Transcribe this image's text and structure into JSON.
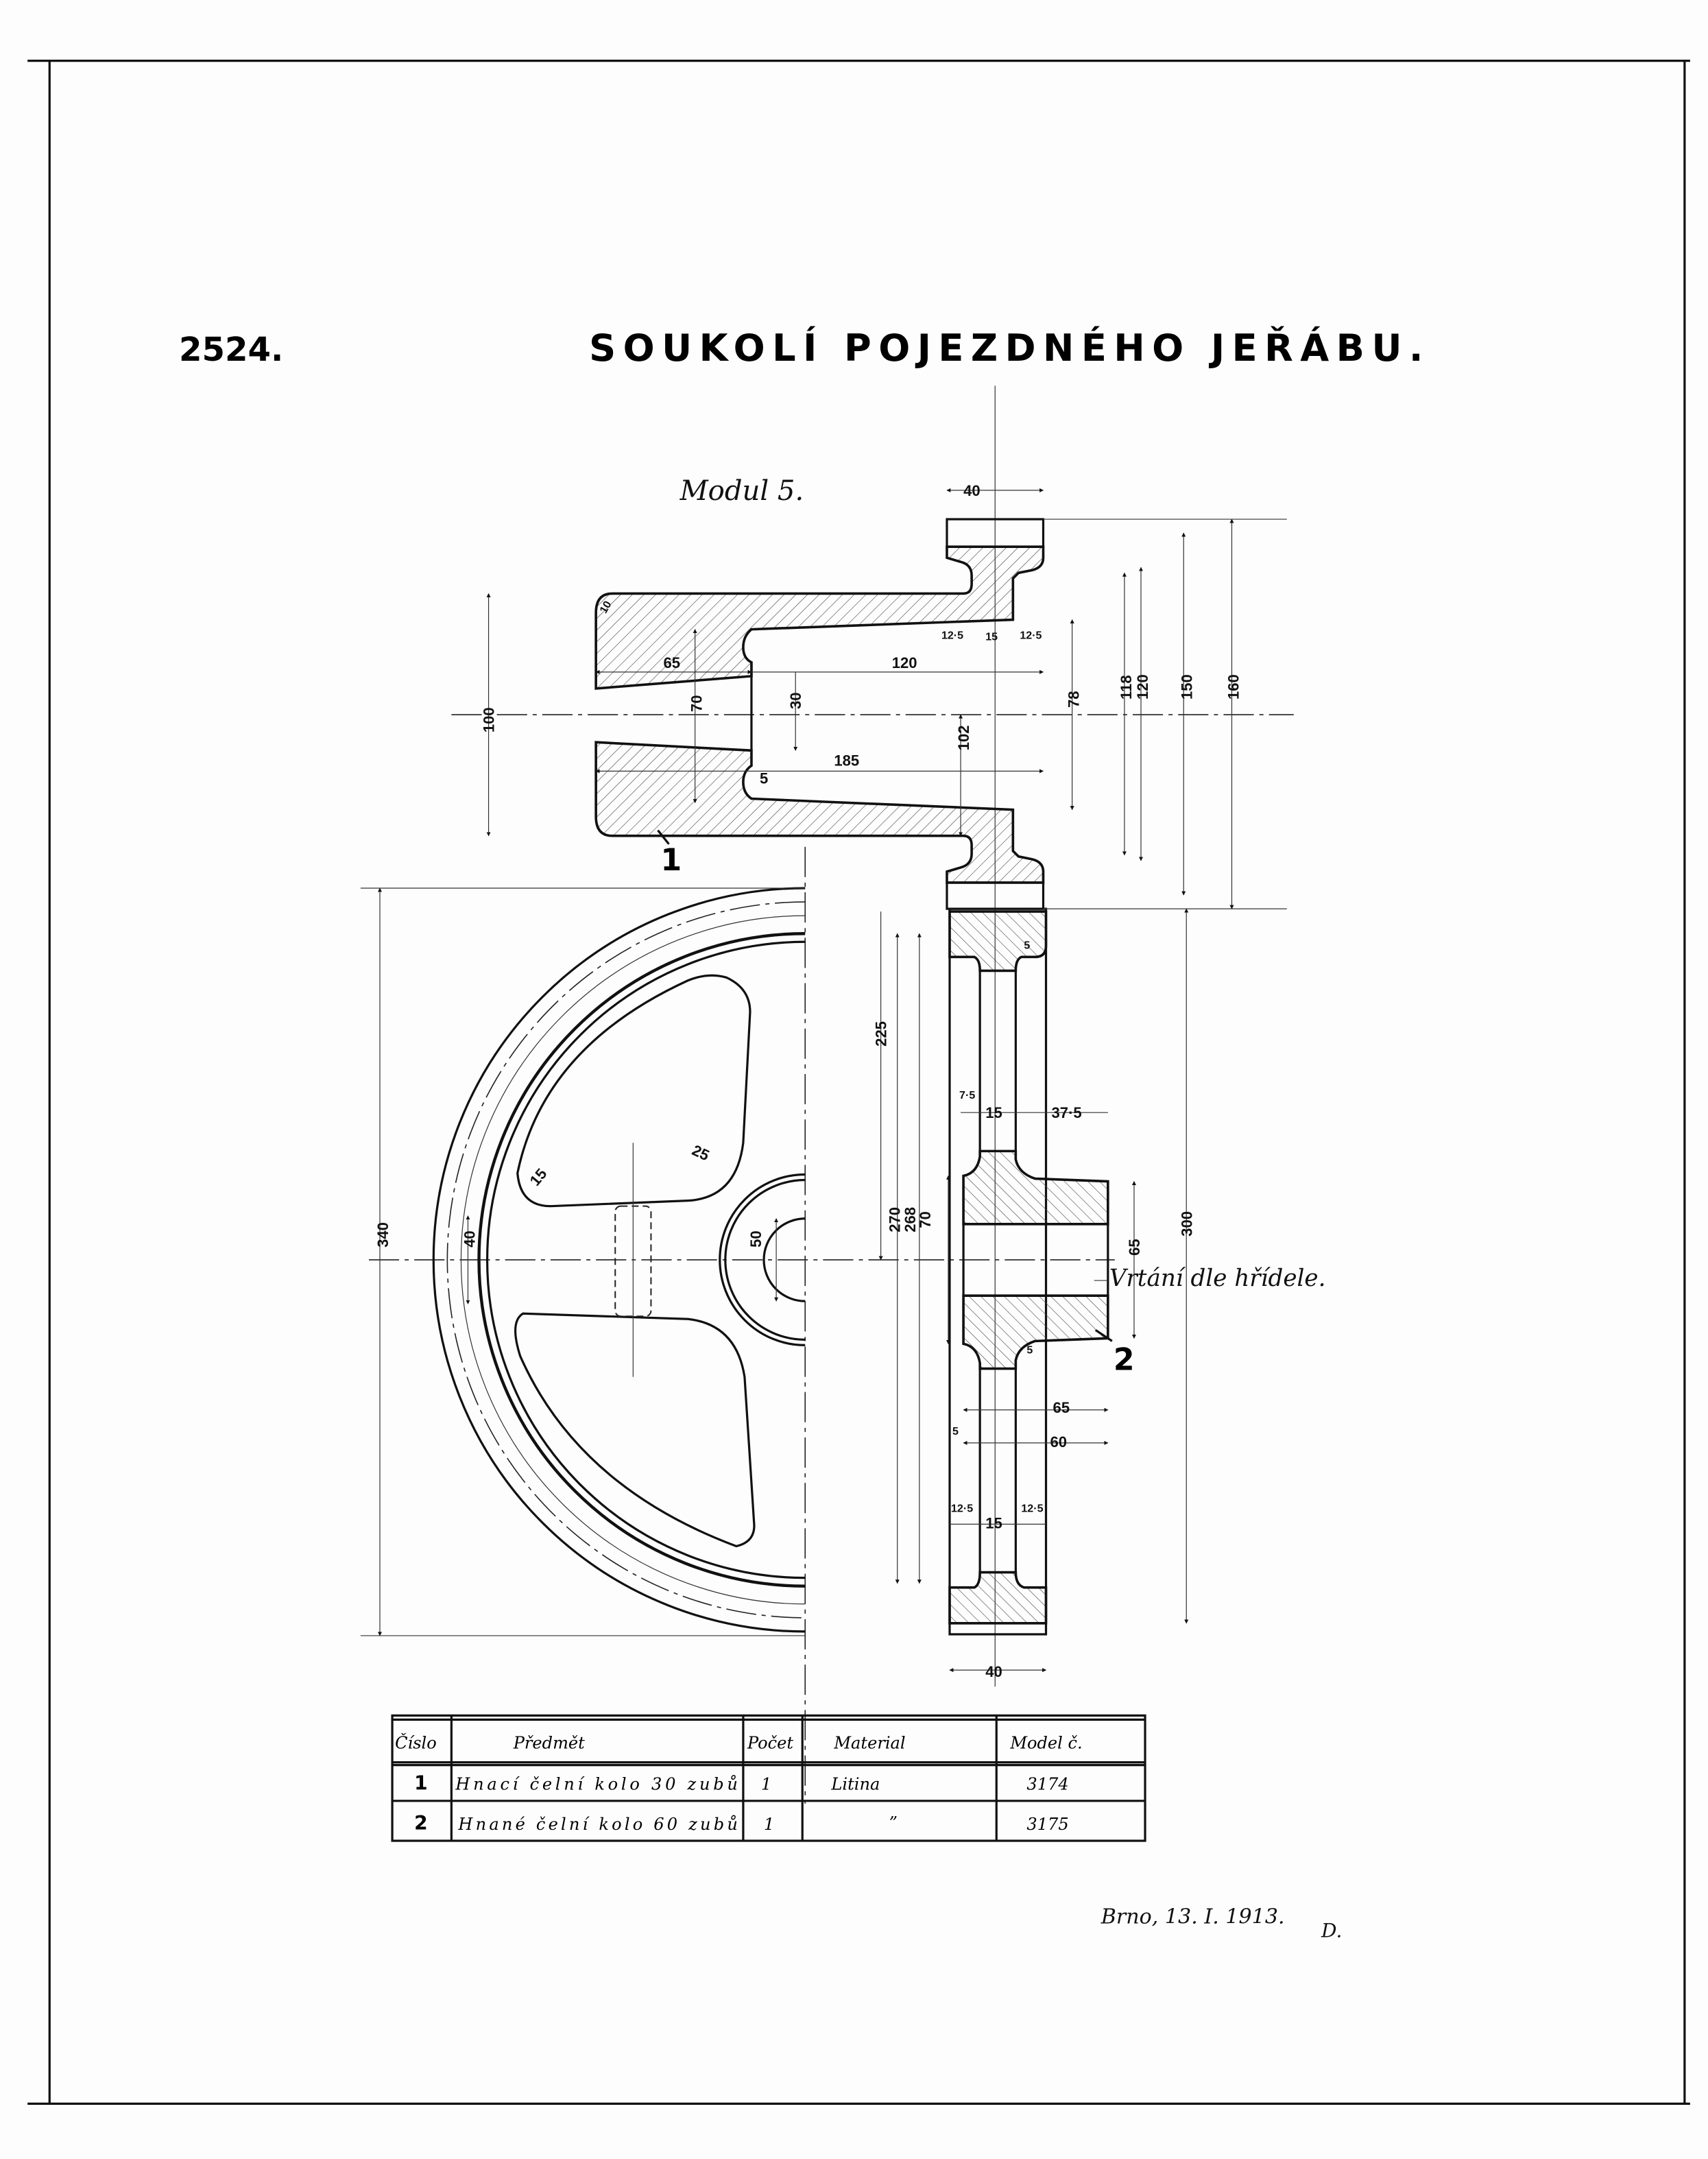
{
  "drawing_number": "2524.",
  "title": "SOUKOLÍ POJEZDNÉHO JEŘÁBU.",
  "module_note": "Modul 5.",
  "bore_note": "Vrtání dle hřídele.",
  "part_labels": {
    "part1": "1",
    "part2": "2"
  },
  "dimensions": {
    "p1_width": "40",
    "p1_fillet_r": "10",
    "p1_65": "65",
    "p1_120": "120",
    "p1_185": "185",
    "p1_70": "70",
    "p1_30": "30",
    "p1_r5": "5",
    "p1_100": "100",
    "p1_102": "102",
    "p1_12_5_a": "12·5",
    "p1_15": "15",
    "p1_12_5_b": "12·5",
    "p1_78": "78",
    "p1_118": "118",
    "p1_120v": "120",
    "p1_150": "150",
    "p1_160": "160",
    "p2_r5_top": "5",
    "p2_r5_bot": "5",
    "p2_225": "225",
    "p2_7_5": "7·5",
    "p2_15": "15",
    "p2_37_5": "37·5",
    "p2_270": "270",
    "p2_268": "268",
    "p2_70": "70",
    "p2_65v": "65",
    "p2_300": "300",
    "p2_65": "65",
    "p2_60": "60",
    "p2_5": "5",
    "p2_12_5_a": "12·5",
    "p2_15b": "15",
    "p2_12_5_b": "12·5",
    "p2_40": "40",
    "fv_340": "340",
    "fv_40": "40",
    "fv_15": "15",
    "fv_25": "25",
    "fv_50": "50"
  },
  "table": {
    "headers": [
      "Číslo",
      "Předmět",
      "Počet",
      "Material",
      "Model č."
    ],
    "rows": [
      [
        "1",
        "Hnací čelní kolo 30 zubů",
        "1",
        "Litina",
        "3174"
      ],
      [
        "2",
        "Hnané čelní kolo 60 zubů",
        "1",
        "”",
        "3175"
      ]
    ]
  },
  "signature": {
    "place_date": "Brno, 13. I. 1913.",
    "initial": "D."
  }
}
